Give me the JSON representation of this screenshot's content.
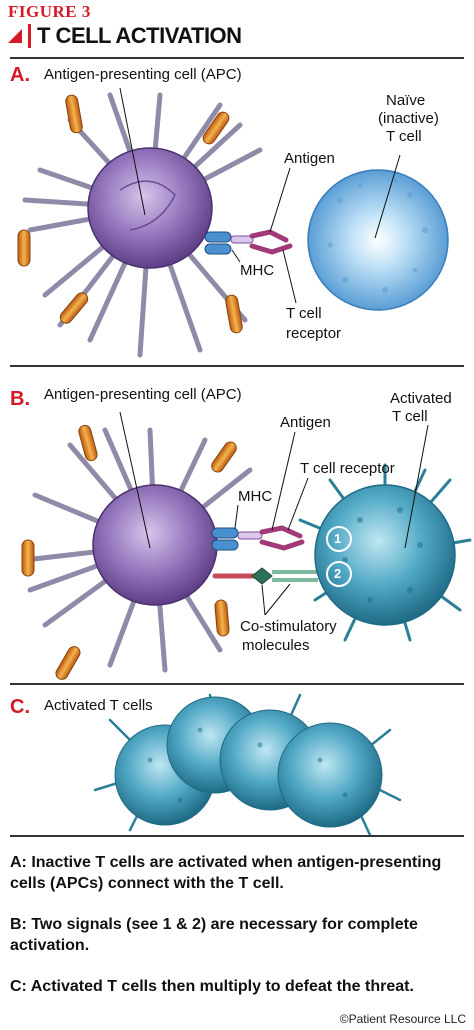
{
  "header": {
    "figure_label": "FIGURE 3",
    "title": "T CELL ACTIVATION"
  },
  "panel_a": {
    "letter": "A.",
    "apc_label": "Antigen-presenting cell (APC)",
    "naive_label_1": "Naïve",
    "naive_label_2": "(inactive)",
    "naive_label_3": "T cell",
    "antigen_label": "Antigen",
    "mhc_label": "MHC",
    "receptor_label_1": "T cell",
    "receptor_label_2": "receptor"
  },
  "panel_b": {
    "letter": "B.",
    "apc_label": "Antigen-presenting cell (APC)",
    "activated_label_1": "Activated",
    "activated_label_2": "T cell",
    "antigen_label": "Antigen",
    "receptor_label": "T cell receptor",
    "mhc_label": "MHC",
    "signal_1": "1",
    "signal_2": "2",
    "costim_label_1": "Co-stimulatory",
    "costim_label_2": "molecules"
  },
  "panel_c": {
    "letter": "C.",
    "label": "Activated T cells"
  },
  "captions": [
    "A: Inactive T cells are activated when antigen-presenting cells (APCs) connect with the T cell.",
    "B: Two signals (see 1 & 2) are necessary for complete activation.",
    "C: Activated T cells then multiply to defeat the threat."
  ],
  "copyright": "©Patient Resource LLC",
  "colors": {
    "accent": "#d31a26",
    "apc": "#8e6bb0",
    "naive_t_cell": "#6fb2e0",
    "activated_t_cell": "#3f9bb5",
    "mhc": "#4a8fd0",
    "receptor": "#a03a78",
    "costim": "#c84a5a"
  }
}
